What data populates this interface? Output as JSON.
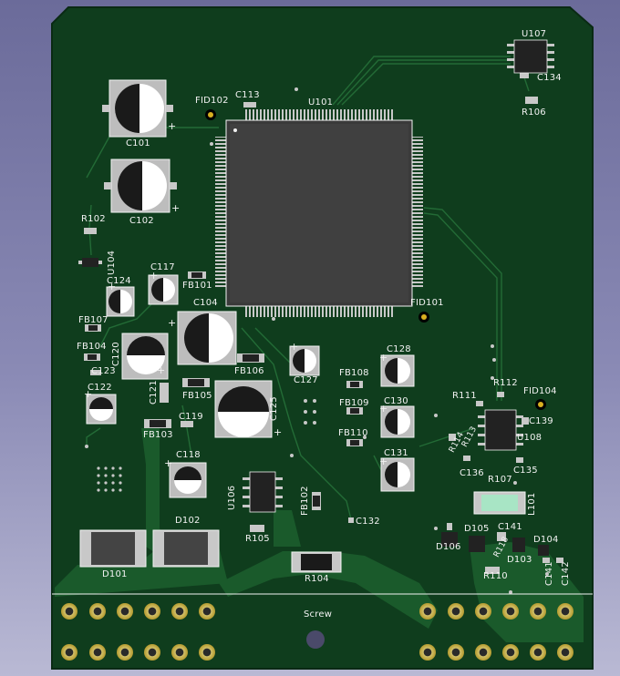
{
  "board": {
    "colors": {
      "soldermask": "#0f3d1d",
      "copper": "#1a5a2b",
      "silk": "#f2f2f2",
      "pad": "#c8c8c8",
      "gold": "#c7b24a",
      "fiducial": "#d8b020"
    },
    "labels": {
      "u101": "U101",
      "u104": "U104",
      "u106": "U106",
      "u107": "U107",
      "u108": "U108",
      "fid101": "FID101",
      "fid102": "FID102",
      "fid104": "FID104",
      "c101": "C101",
      "c102": "C102",
      "c104": "C104",
      "c113": "C113",
      "c117": "C117",
      "c118": "C118",
      "c119": "C119",
      "c120": "C120",
      "c121": "C121",
      "c122": "C122",
      "c123": "C123",
      "c124": "C124",
      "c125": "C125",
      "c127": "C127",
      "c128": "C128",
      "c130": "C130",
      "c131": "C131",
      "c132": "C132",
      "c134": "C134",
      "c135": "C135",
      "c136": "C136",
      "c139": "C139",
      "c141": "C141",
      "c141b": "C141",
      "c142": "C142",
      "r102": "R102",
      "r104": "R104",
      "r105": "R105",
      "r106": "R106",
      "r107": "R107",
      "r110": "R110",
      "r111": "R111",
      "r112": "R112",
      "r113": "R113",
      "r114": "R114",
      "r118": "R118",
      "fb101": "FB101",
      "fb102": "FB102",
      "fb103": "FB103",
      "fb104": "FB104",
      "fb105": "FB105",
      "fb106": "FB106",
      "fb107": "FB107",
      "fb108": "FB108",
      "fb109": "FB109",
      "fb110": "FB110",
      "d101": "D101",
      "d102": "D102",
      "d103": "D103",
      "d104": "D104",
      "d105": "D105",
      "d106": "D106",
      "l101": "L101",
      "screw": "Screw"
    }
  }
}
